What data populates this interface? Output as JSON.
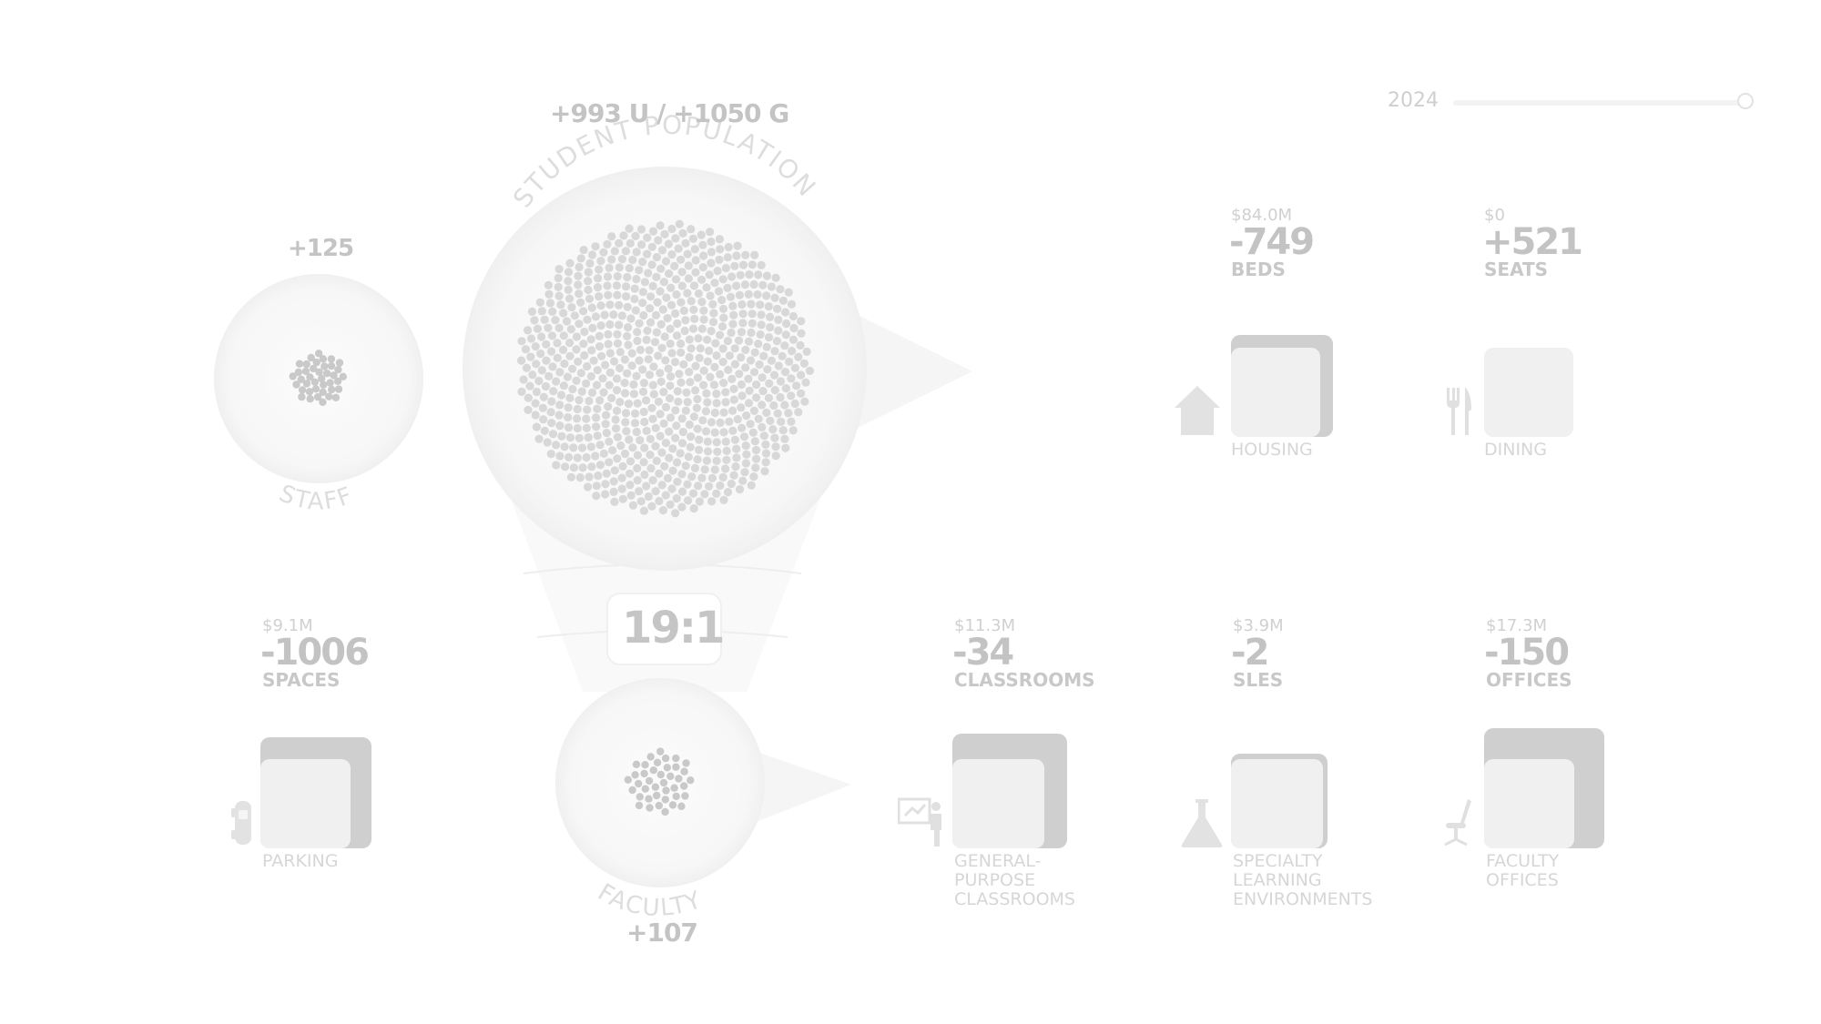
{
  "timeline": {
    "year": "2024",
    "position": 1.0
  },
  "student": {
    "delta": "+993 U / +1050 G",
    "label": "STUDENT POPULATION"
  },
  "staff": {
    "delta": "+125",
    "label": "STAFF"
  },
  "faculty": {
    "delta": "+107",
    "label": "FACULTY"
  },
  "ratio": {
    "value": "19:1"
  },
  "housing": {
    "cost": "$84.0M",
    "delta": "-749",
    "unit": "BEDS",
    "label": "HOUSING",
    "icon": "house-icon"
  },
  "dining": {
    "cost": "$0",
    "delta": "+521",
    "unit": "SEATS",
    "label": "DINING",
    "icon": "fork-knife-icon"
  },
  "parking": {
    "cost": "$9.1M",
    "delta": "-1006",
    "unit": "SPACES",
    "label": "PARKING",
    "icon": "car-icon"
  },
  "classrooms": {
    "cost": "$11.3M",
    "delta": "-34",
    "unit": "CLASSROOMS",
    "label_lines": [
      "GENERAL-",
      "PURPOSE",
      "CLASSROOMS"
    ],
    "icon": "teacher-board-icon"
  },
  "sles": {
    "cost": "$3.9M",
    "delta": "-2",
    "unit": "SLES",
    "label_lines": [
      "SPECIALTY",
      "LEARNING",
      "ENVIRONMENTS"
    ],
    "icon": "flask-icon"
  },
  "offices": {
    "cost": "$17.3M",
    "delta": "-150",
    "unit": "OFFICES",
    "label_lines": [
      "FACULTY",
      "OFFICES"
    ],
    "icon": "office-chair-icon"
  },
  "colors": {
    "dot": "#c9c9c9",
    "circle": "#f6f6f6",
    "box_back": "#cfcfcf",
    "box_front": "#f0f0f0"
  }
}
